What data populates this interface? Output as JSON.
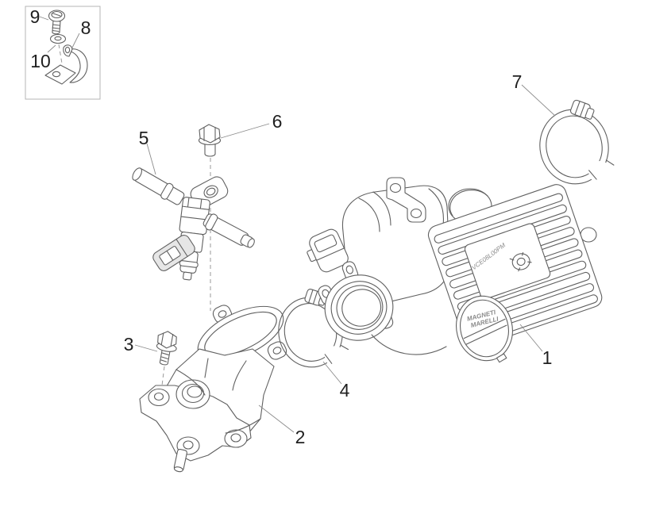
{
  "image": {
    "background": "#ffffff",
    "line_color": "#606060",
    "label_color": "#1f1f1f"
  },
  "callouts": {
    "c1": "1",
    "c2": "2",
    "c3": "3",
    "c4": "4",
    "c5": "5",
    "c6": "6",
    "c7": "7",
    "c8": "8",
    "c9": "9",
    "c10": "10"
  },
  "markings": {
    "ecu_code": "VCE08L00PM",
    "brand_top": "MAGNETI",
    "brand_bottom": "MARELLI"
  }
}
